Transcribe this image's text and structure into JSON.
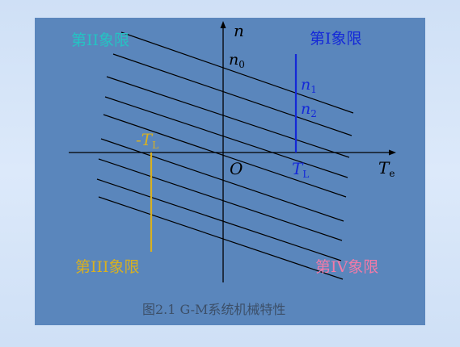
{
  "colors": {
    "panel": "#5a86bc",
    "axis": "#000000",
    "quadrant_I": "#1428d8",
    "quadrant_II": "#25c3c3",
    "quadrant_III": "#d8b020",
    "quadrant_IV": "#f37aa8",
    "caption": "#3c4f68"
  },
  "quadrants": {
    "q1": "第I象限",
    "q2": "第II象限",
    "q3": "第III象限",
    "q4": "第IV象限"
  },
  "axes": {
    "y_label": "n",
    "x_label_main": "T",
    "x_label_sub": "e",
    "origin": "O"
  },
  "labels": {
    "n0_main": "n",
    "n0_sub": "0",
    "n1_main": "n",
    "n1_sub": "1",
    "n2_main": "n",
    "n2_sub": "2",
    "tl_main": "T",
    "tl_sub": "L",
    "neg_tl_prefix": "-",
    "neg_tl_main": "T",
    "neg_tl_sub": "L"
  },
  "caption": "图2.1 G-M系统机械特性"
}
